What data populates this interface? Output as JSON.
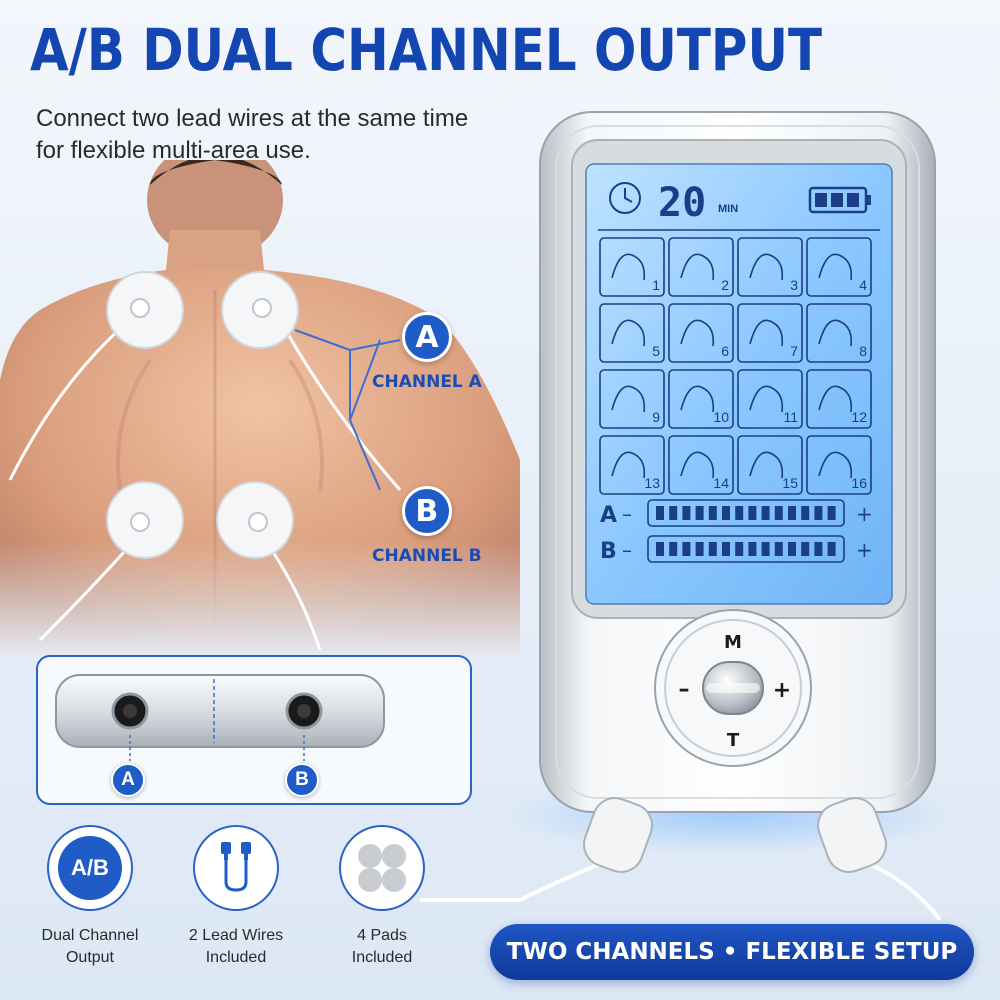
{
  "title": "A/B DUAL CHANNEL OUTPUT",
  "subtitle": [
    "Connect two lead wires at the same time",
    "for flexible multi-area use."
  ],
  "channels": [
    {
      "letter": "A",
      "label": "CHANNEL A"
    },
    {
      "letter": "B",
      "label": "CHANNEL B"
    }
  ],
  "ports": [
    "A",
    "B"
  ],
  "features": [
    {
      "icon": "ab-icon",
      "badge": "A/B",
      "label": [
        "Dual Channel",
        "Output"
      ]
    },
    {
      "icon": "lead-wire-icon",
      "label": [
        "2 Lead Wires",
        "Included"
      ]
    },
    {
      "icon": "pads-icon",
      "label": [
        "4 Pads",
        "Included"
      ]
    }
  ],
  "device": {
    "timer_value": "20",
    "timer_unit": "MIN",
    "battery_bars": 3,
    "modes": [
      "1",
      "2",
      "3",
      "4",
      "5",
      "6",
      "7",
      "8",
      "9",
      "10",
      "11",
      "12",
      "13",
      "14",
      "15",
      "16"
    ],
    "intensity": [
      {
        "channel": "A",
        "minus": "–",
        "plus": "+",
        "level": 14
      },
      {
        "channel": "B",
        "minus": "–",
        "plus": "+",
        "level": 14
      }
    ],
    "buttons": {
      "top": "M",
      "bottom": "T",
      "left": "–",
      "right": "+"
    }
  },
  "banner": "TWO CHANNELS • FLEXIBLE SETUP",
  "colors": {
    "brand_blue": "#1346b0",
    "badge_blue": "#1f5cc8",
    "lcd_blue": "#8cc8ff"
  }
}
